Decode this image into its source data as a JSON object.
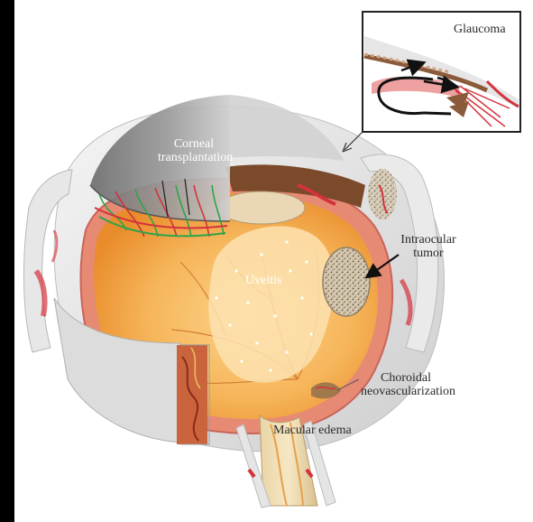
{
  "labels": {
    "glaucoma": "Glaucoma",
    "corneal_line1": "Corneal",
    "corneal_line2": "transplantation",
    "tumor_line1": "Intraocular",
    "tumor_line2": "tumor",
    "uveitis": "Uveitis",
    "choroidal_line1": "Choroidal",
    "choroidal_line2": "neovascularization",
    "macular": "Macular edema"
  },
  "colors": {
    "background": "#000000",
    "panel": "#ffffff",
    "sclera": "#e4e4e4",
    "retina": "#f2a445",
    "cornea": "#8a8a8a",
    "vessel": "#d4323c",
    "tumor": "#c8b79c"
  }
}
